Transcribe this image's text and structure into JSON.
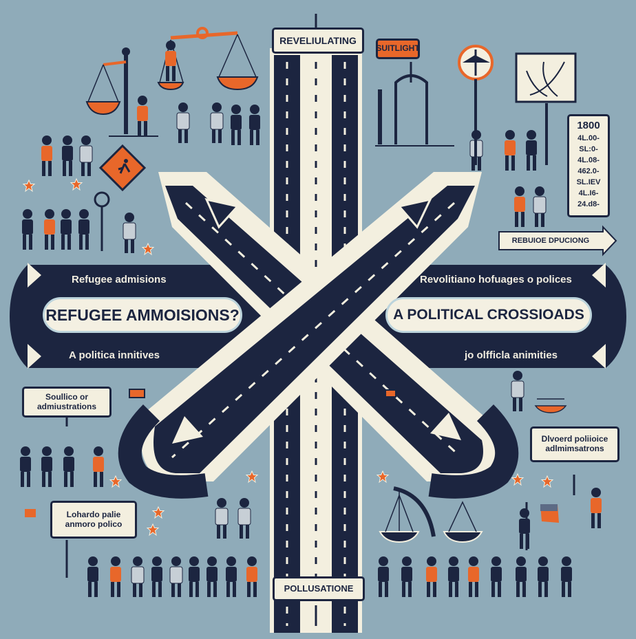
{
  "colors": {
    "background": "#8fabb9",
    "navy": "#1c2540",
    "cream": "#f3efdf",
    "orange": "#e8672a",
    "light_blue_outline": "#bcd4dc"
  },
  "signs": {
    "top_center": "REVELIULATING",
    "top_orange": "SUITLIGHT",
    "right_arrow": "REBUIOE DPUCIONG",
    "left_mid": "Soullico or admiustrations",
    "left_bottom": "Lohardo palie anmoro polico",
    "right_mid": "Dlvoerd poliioice adlmimsatrons",
    "bottom_center": "POLLUSATIONE"
  },
  "tally_board": {
    "header": "1800",
    "rows": [
      "4L.00-",
      "SL:0-",
      "4L.08-",
      "462.0-",
      "SL.IEV",
      "4L.I6-",
      "24.d8-"
    ]
  },
  "left_banner": {
    "top_text": "Refugee admisions",
    "pill_text": "REFUGEE AMMOISIONS?",
    "bottom_text": "A politica innitives"
  },
  "right_banner": {
    "top_text": "Revolitiano hofuages o polices",
    "pill_text": "A POLITICAL CROSSIOADS",
    "bottom_text": "jo olfficla animities"
  },
  "icons": [
    "scales-of-justice-icon",
    "pedestrian-warning-sign-icon",
    "direction-arrow-sign-icon",
    "route-map-sign-icon",
    "star-icon",
    "person-icon",
    "flag-icon"
  ]
}
